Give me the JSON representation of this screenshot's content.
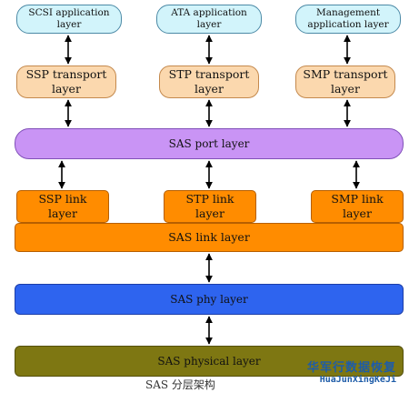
{
  "diagram": {
    "application_layers": [
      "SCSI application\nlayer",
      "ATA application\nlayer",
      "Management\napplication layer"
    ],
    "transport_layers": [
      "SSP transport\nlayer",
      "STP transport\nlayer",
      "SMP transport\nlayer"
    ],
    "port_layer": "SAS port layer",
    "link_sublayers": [
      "SSP link\nlayer",
      "STP link\nlayer",
      "SMP link\nlayer"
    ],
    "link_layer": "SAS link layer",
    "phy_layer": "SAS phy layer",
    "physical_layer": "SAS physical layer",
    "caption": "SAS 分层架构"
  },
  "watermark": {
    "line1": "华军行数据恢复",
    "line2": "HuaJunXingKeJi"
  },
  "colors": {
    "application": "#d2f4fb",
    "transport": "#fbd8ae",
    "port": "#c994f5",
    "link": "#ff8c00",
    "phy": "#2e64ef",
    "physical": "#7e7712",
    "arrow": "#000000",
    "watermark": "#1e5ca8"
  }
}
